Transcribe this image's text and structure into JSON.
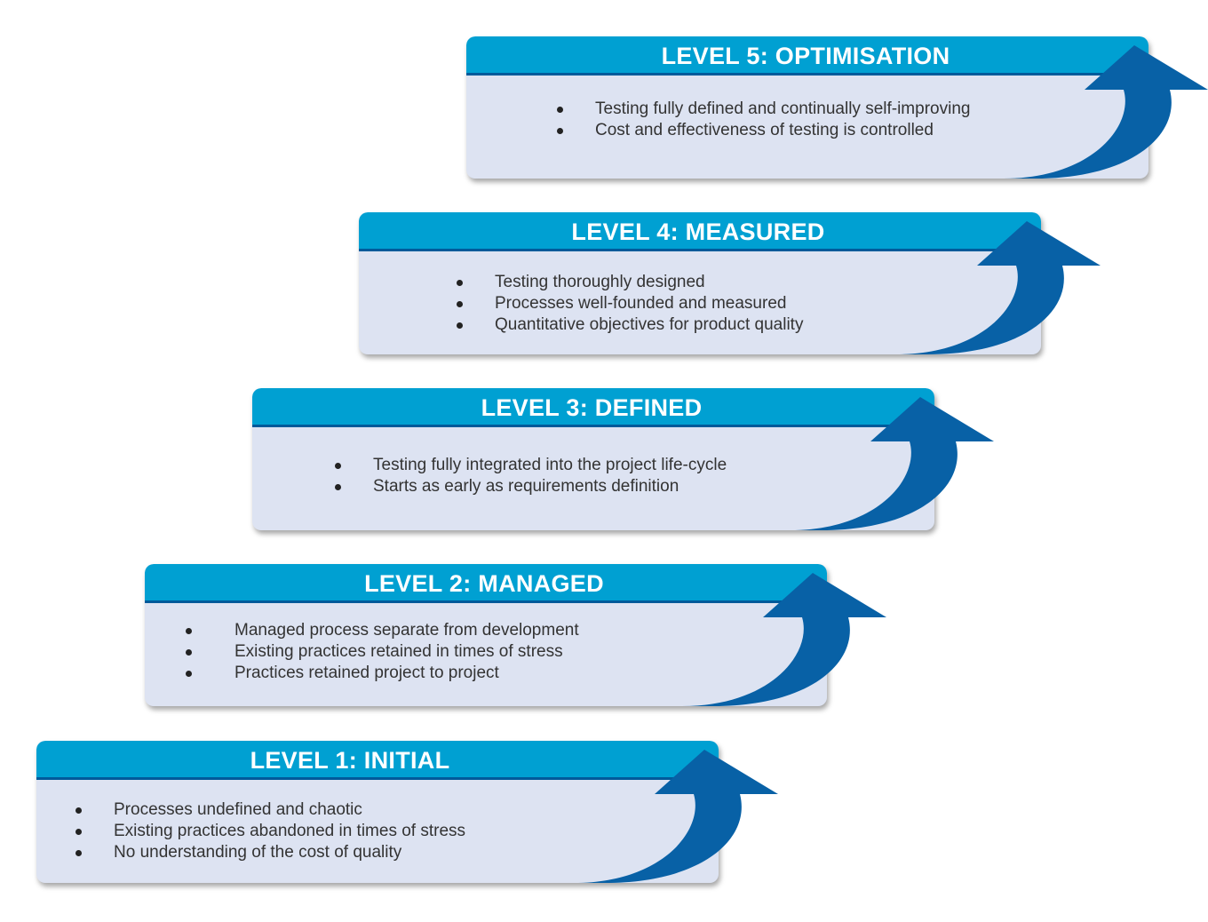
{
  "levels": [
    {
      "title": "LEVEL 5: OPTIMISATION",
      "items": [
        "Testing fully defined and continually self-improving",
        "Cost and effectiveness of testing is controlled"
      ]
    },
    {
      "title": "LEVEL 4: MEASURED",
      "items": [
        "Testing thoroughly designed",
        "Processes well-founded and measured",
        "Quantitative objectives for product quality"
      ]
    },
    {
      "title": "LEVEL 3: DEFINED",
      "items": [
        "Testing fully integrated  into the project life-cycle",
        "Starts as early as requirements definition"
      ]
    },
    {
      "title": "LEVEL 2: MANAGED",
      "items": [
        "Managed process separate from development",
        "Existing practices retained in times of stress",
        "Practices retained project to project"
      ]
    },
    {
      "title": "LEVEL 1: INITIAL",
      "items": [
        "Processes undefined and chaotic",
        "Existing practices abandoned in times of stress",
        "No understanding of the cost of quality"
      ]
    }
  ],
  "colors": {
    "header": "#00a0d2",
    "header_border": "#005a9a",
    "card_body": "#dde3f2",
    "arrow": "#0861a6",
    "text": "#333333"
  },
  "icons": [
    "up-arrow-icon",
    "bullet-dot-icon"
  ]
}
